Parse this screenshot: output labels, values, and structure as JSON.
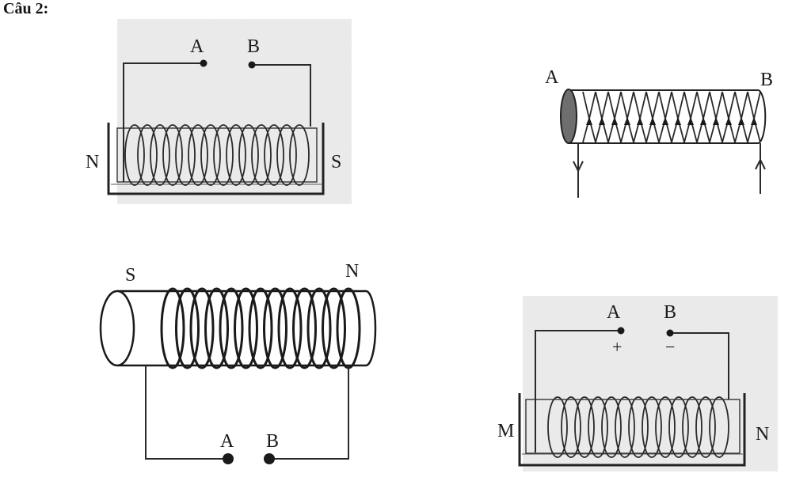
{
  "heading": "Câu 2:",
  "fig1": {
    "a": "A",
    "b": "B",
    "n": "N",
    "s": "S"
  },
  "fig2": {
    "a": "A",
    "b": "B"
  },
  "fig3": {
    "s": "S",
    "n": "N",
    "a": "A",
    "b": "B"
  },
  "fig4": {
    "a": "A",
    "b": "B",
    "plus": "+",
    "minus": "−",
    "m": "M",
    "n": "N"
  },
  "colors": {
    "paper": "#ececec",
    "ink": "#1a1a1a",
    "core_dark": "#6e6e6e"
  }
}
